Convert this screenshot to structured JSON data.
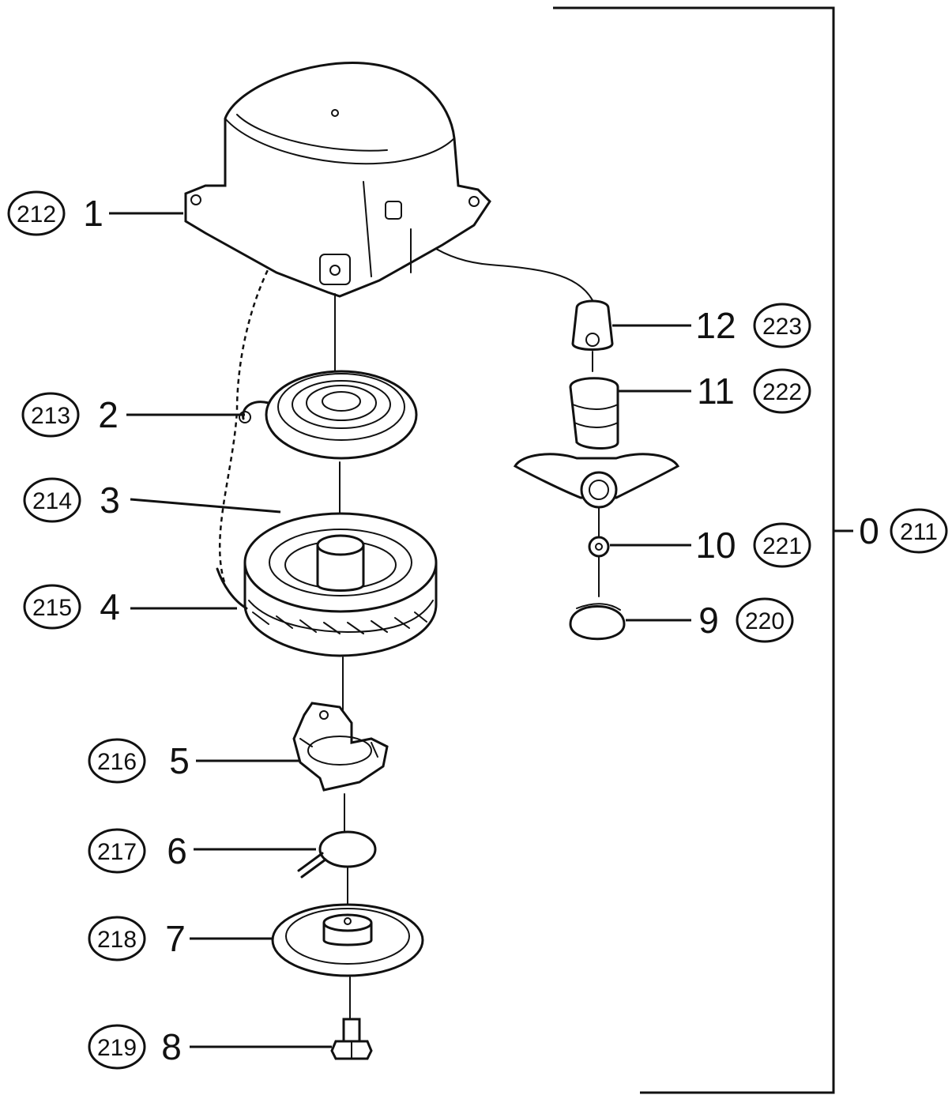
{
  "callouts": [
    {
      "part": "1",
      "ref": "212"
    },
    {
      "part": "2",
      "ref": "213"
    },
    {
      "part": "3",
      "ref": "214"
    },
    {
      "part": "4",
      "ref": "215"
    },
    {
      "part": "5",
      "ref": "216"
    },
    {
      "part": "6",
      "ref": "217"
    },
    {
      "part": "7",
      "ref": "218"
    },
    {
      "part": "8",
      "ref": "219"
    },
    {
      "part": "9",
      "ref": "220"
    },
    {
      "part": "10",
      "ref": "221"
    },
    {
      "part": "11",
      "ref": "222"
    },
    {
      "part": "12",
      "ref": "223"
    }
  ],
  "assembly": {
    "part": "0",
    "ref": "211"
  }
}
